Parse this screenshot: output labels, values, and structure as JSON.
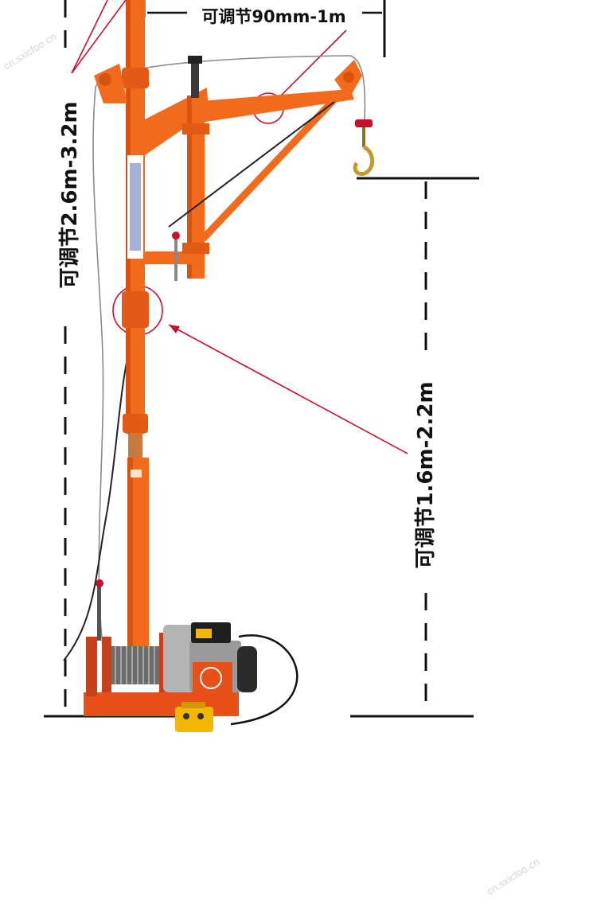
{
  "labels": {
    "arm_adjust": "可调节90mm-1m",
    "total_height_adjust": "可调节2.6m-3.2m",
    "upper_pole_adjust": "可调节1.6m-2.2m"
  },
  "watermarks": {
    "top_left": "cn.sxicfoo.cn",
    "bottom_right": "cn.sxicfoo.cn"
  },
  "colors": {
    "crane_orange": "#f26a1b",
    "crane_dark_orange": "#d9530e",
    "annotation_red": "#c8102e",
    "dimension_black": "#111111",
    "motor_gray": "#9a9a9a",
    "motor_dark": "#2b2b2b",
    "remote_yellow": "#f2b705",
    "base_plate": "#e8501a"
  },
  "icons": {
    "hook": "crane-hook-icon",
    "motor": "winch-motor-icon",
    "remote": "pendant-control-icon"
  }
}
